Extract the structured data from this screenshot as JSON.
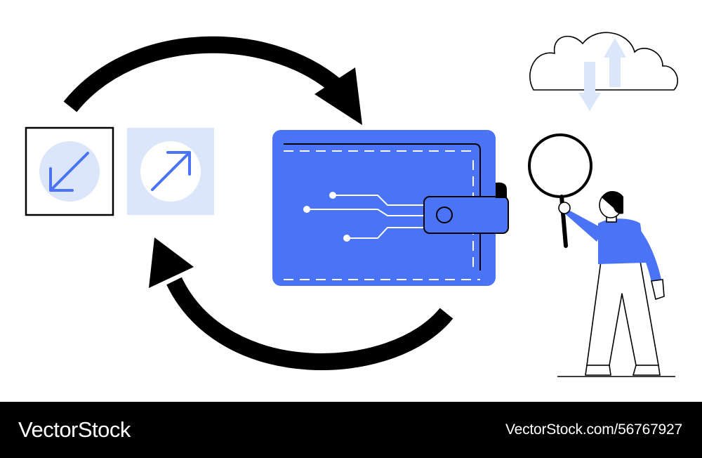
{
  "colors": {
    "background": "#ffffff",
    "accent": "#4a74f5",
    "accent_light": "#dbe6fb",
    "ink": "#000000",
    "footer_bg": "#000000",
    "footer_text": "#ffffff"
  },
  "icons": {
    "top_arrow": "curved-arrow-right-icon",
    "bottom_arrow": "curved-arrow-left-icon",
    "incoming": "arrow-down-left-icon",
    "outgoing": "arrow-up-right-icon",
    "wallet": "digital-wallet-icon",
    "cloud": "cloud-sync-icon",
    "magnifier": "magnifying-glass-icon",
    "person": "person-illustration"
  },
  "footer": {
    "brand": "VectorStock",
    "stock_id": "VectorStock.com/56767927"
  }
}
